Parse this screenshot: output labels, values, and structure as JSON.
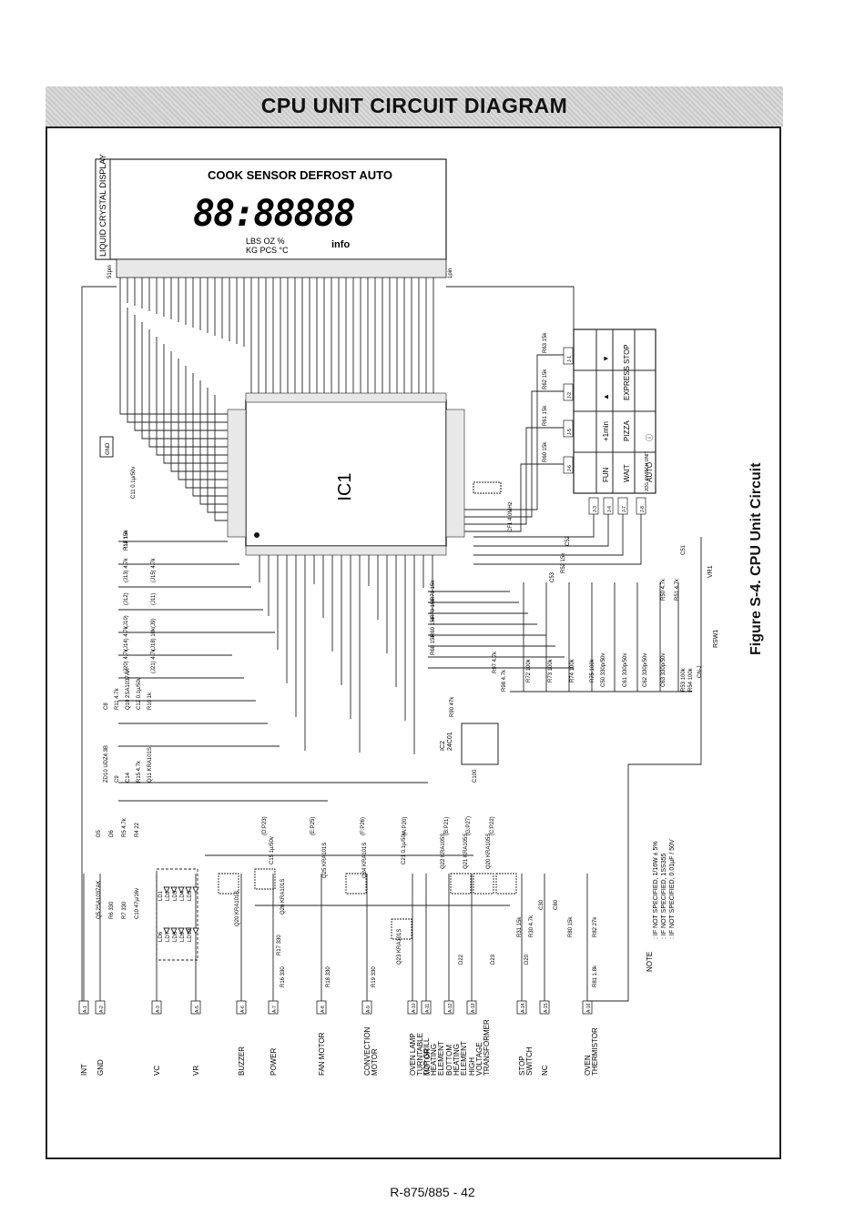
{
  "title": "CPU UNIT CIRCUIT DIAGRAM",
  "figure_caption": "Figure S-4. CPU Unit Circuit",
  "footer": "R-875/885 - 42",
  "lcd": {
    "label": "LIQUID CRYSTAL DISPLAY",
    "top_indicators": "COOK  SENSOR  DEFROST  AUTO",
    "digits": "88:88888",
    "units_row1": "LBS  OZ  %",
    "units_row2": "KG  PCS  °C",
    "info_label": "info",
    "pin_first": "51pin",
    "pin_last": "1pin"
  },
  "ic1": {
    "label": "IC1"
  },
  "ic2": {
    "label": "IC2",
    "part": "24C01"
  },
  "cf1": "CF1 4.0MHz",
  "gnd_box": "GND",
  "connectors": [
    {
      "pin": "A-1",
      "label": "INT"
    },
    {
      "pin": "A-2",
      "label": "GND"
    },
    {
      "pin": "A-3",
      "label": "VC"
    },
    {
      "pin": "A-5",
      "label": "VR"
    },
    {
      "pin": "A-6",
      "label": "BUZZER"
    },
    {
      "pin": "A-7",
      "label": "POWER"
    },
    {
      "pin": "A-8",
      "label": "FAN MOTOR"
    },
    {
      "pin": "A-9",
      "label": "CONVECTION\nMOTOR"
    },
    {
      "pin": "A-10",
      "label": "OVEN LAMP\nTURNTABLE\nMOTOR"
    },
    {
      "pin": "A-11",
      "label": "TOP GRILL\nHEATING\nELEMENT"
    },
    {
      "pin": "A-12",
      "label": "BOTTOM\nHEATING\nELEMENT"
    },
    {
      "pin": "A-13",
      "label": "HIGH\nVOLTAGE\nTRANSFORMER"
    },
    {
      "pin": "A-14",
      "label": "STOP\nSWITCH"
    },
    {
      "pin": "A-15",
      "label": "NC"
    },
    {
      "pin": "A-16",
      "label": "OVEN\nTHERMISTOR"
    }
  ],
  "switch_unit": {
    "label": "JOG SWITCH UNIT",
    "keys": [
      "▼",
      "▲",
      "+1min",
      "EXPRESS",
      "STOP",
      "FUN",
      "PIZZA",
      "WAIT",
      "AUTO",
      "ⓘ"
    ],
    "j_pins": [
      "J-1",
      "J-2",
      "J-5",
      "J-6",
      "J-3",
      "J-4",
      "J-7",
      "J-8"
    ]
  },
  "resistors_right": [
    "R63 15k",
    "R62 15k",
    "R61 15k",
    "R60 15k",
    "R52 15k",
    "R50 4.7k",
    "R51 4.7k",
    "R53 100k",
    "R54 100k",
    "R72 100k",
    "R73 100k",
    "R74 100k",
    "R75 100k",
    "R71 15k",
    "R70 15k",
    "R69 15k",
    "R68 15k",
    "R97 4.7k",
    "R98 4.7k",
    "R90 47k"
  ],
  "caps_right": [
    "C50 330p/50v",
    "C61 330p/50v",
    "C62 330p/50v",
    "C63 330p/50v",
    "C52",
    "C53",
    "C51",
    "C100"
  ],
  "left_parts": [
    "C11 0.1µ/50v",
    "R14 15k",
    "R13 15k",
    "R12 15k",
    "(J13) 4.7k",
    "(J15) 4.7k",
    "(J12)",
    "(J11)",
    "(J10)",
    "(J9)",
    "(J14) 4.7k",
    "(J18) 10k",
    "(J20) 4.7k",
    "(J21) 4.7k",
    "C8",
    "R11 4.7k",
    "Q10 2SA1037AK",
    "C12 0.1µ/50v",
    "R10 1k",
    "ZD10 UDZ4.3B",
    "C9",
    "C14",
    "R15 4.7k",
    "Q11 KRA101S",
    "D5",
    "D6",
    "R5 4.7k",
    "R4 22",
    "Q5 2SA1037AK",
    "R6 330",
    "R7 330",
    "C10 47µ/16v",
    "LD1",
    "LD2",
    "LD3",
    "LD4",
    "LD5",
    "LD6",
    "LD7",
    "LD8",
    "LD9",
    "LD10"
  ],
  "driver_parts": [
    "Q20 KRA101S",
    "C15 1µ/50v",
    "Q26 KRA101S",
    "Q25 KRA101S",
    "Q24 KRA101S",
    "Q23 KRA101S",
    "C21 0.1µ/50v",
    "Q22 KRA105S",
    "Q21 KRA105S",
    "Q20 KRA105S",
    "R17 330",
    "R16 330",
    "R18 330",
    "R19 330",
    "D22",
    "D23",
    "D20",
    "R31 15k",
    "R30 4.7k",
    "R80 15k",
    "R82 27k",
    "R81 1.8k",
    "C30",
    "C80"
  ],
  "port_labels": [
    "(D:P23)",
    "(E:P25)",
    "(F:P26)",
    "(A:P20)",
    "(B:P21)",
    "(G:P27)",
    "(C:P22)"
  ],
  "notes": {
    "heading": "NOTE",
    "lines": [
      ": IF NOT SPECIFIED, 1/16W ± 5%",
      ": IF NOT SPECIFIED, 1SS355",
      ": IF NOT SPECIFIED, 0.01µF / 50V"
    ]
  },
  "vr": {
    "label": "VR1",
    "rsw": "RSW1",
    "cn": "CN-J"
  }
}
